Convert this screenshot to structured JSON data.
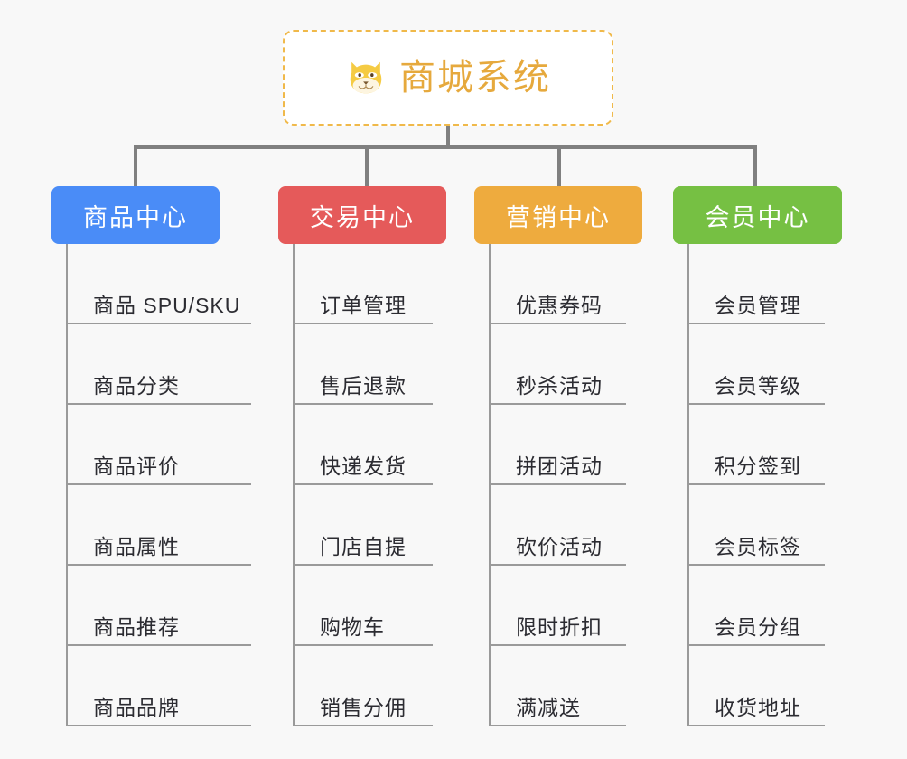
{
  "background_color": "#f8f8f8",
  "root": {
    "title": "商城系统",
    "icon": "shiba-dog-face-icon",
    "text_color": "#e6a93d",
    "border_color": "#f0b94a",
    "background_color": "#ffffff"
  },
  "connector_color": "#808080",
  "branches": [
    {
      "label": "商品中心",
      "color": "#4a8cf7",
      "items": [
        "商品 SPU/SKU",
        "商品分类",
        "商品评价",
        "商品属性",
        "商品推荐",
        "商品品牌"
      ]
    },
    {
      "label": "交易中心",
      "color": "#e55a5a",
      "items": [
        "订单管理",
        "售后退款",
        "快递发货",
        "门店自提",
        "购物车",
        "销售分佣"
      ]
    },
    {
      "label": "营销中心",
      "color": "#eeab3e",
      "items": [
        "优惠券码",
        "秒杀活动",
        "拼团活动",
        "砍价活动",
        "限时折扣",
        "满减送"
      ]
    },
    {
      "label": "会员中心",
      "color": "#76c043",
      "items": [
        "会员管理",
        "会员等级",
        "积分签到",
        "会员标签",
        "会员分组",
        "收货地址"
      ]
    }
  ]
}
